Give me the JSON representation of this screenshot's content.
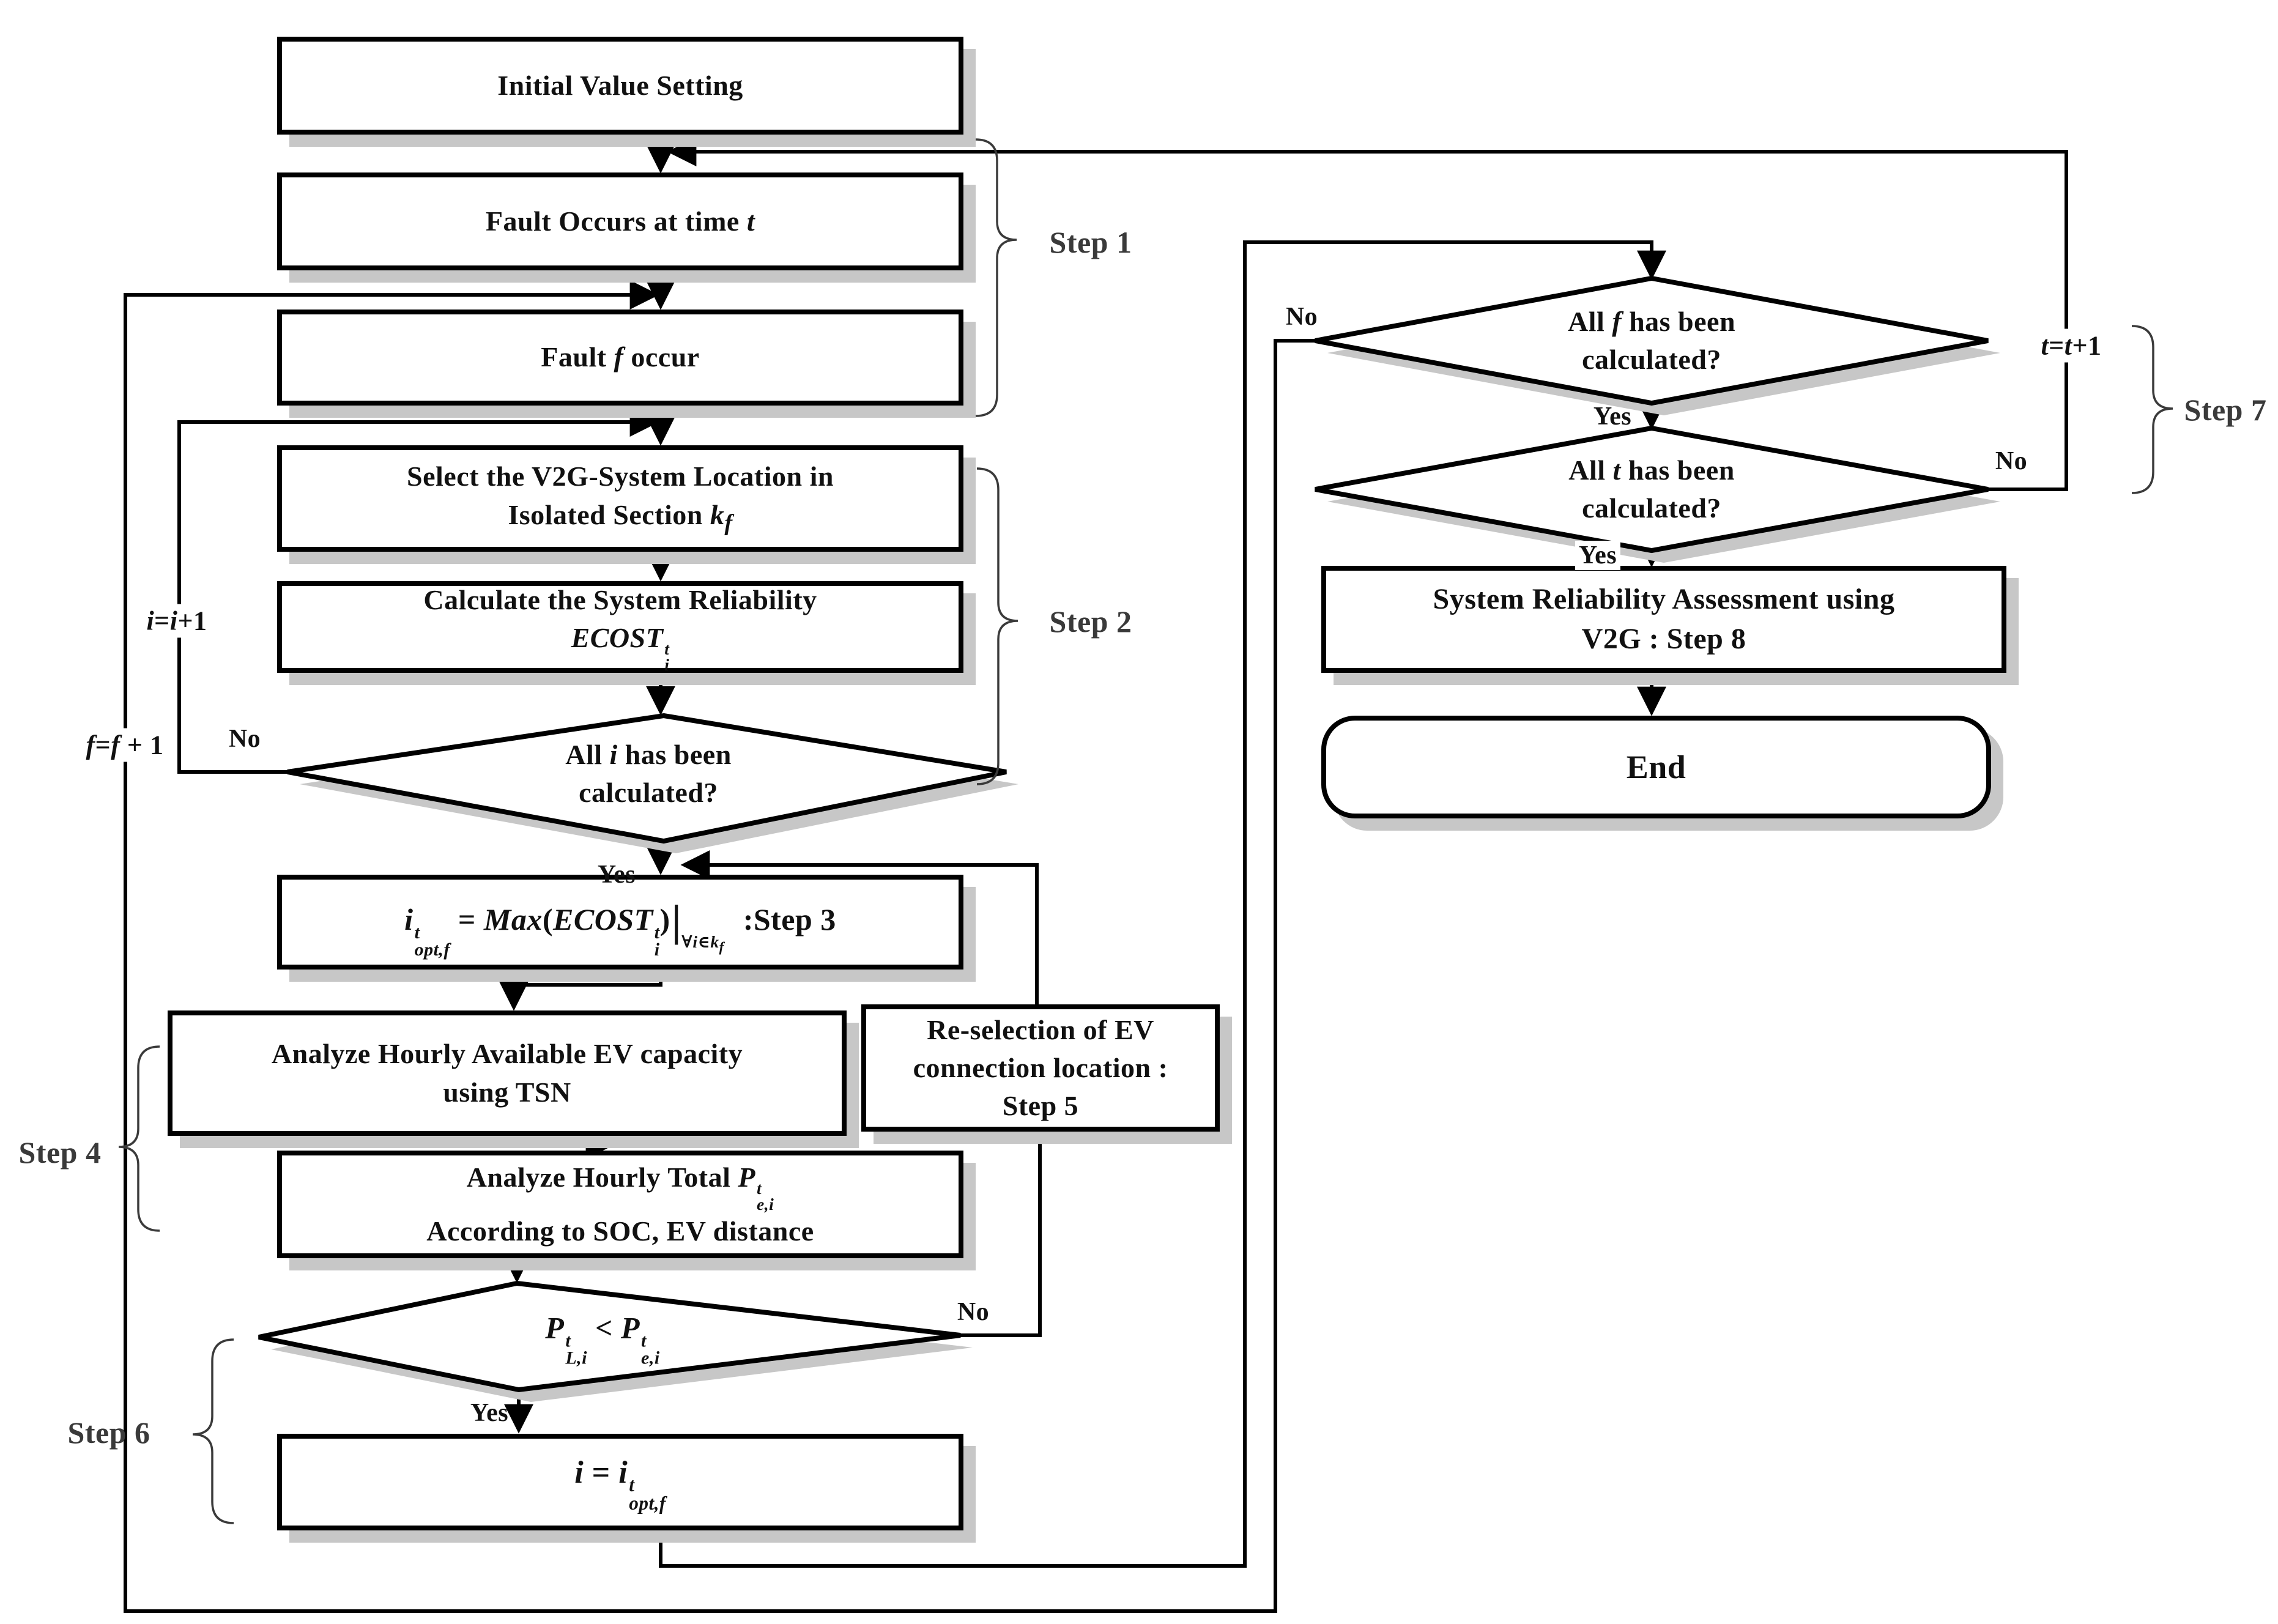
{
  "colors": {
    "line": "#000000",
    "shadow": "#c7c7c7",
    "text": "#111111",
    "bracket": "#3a3a3a"
  },
  "nodes": {
    "initial": "Initial Value Setting",
    "fault_time": "Fault Occurs at time <i>t</i>",
    "fault_f": "Fault <i>f</i> occur",
    "select_v2g": "Select the V2G-System Location in<br>Isolated Section <i>k<sub>f</sub></i>",
    "calc_reliability": "Calculate the System Reliability<br><i>ECOST</i><span class='ss'><span><i>t</i></span><span><i>i</i></span></span>",
    "all_i": "All <i>i</i> has been<br>calculated?",
    "step3_formula": "<i>i</i><span class='ss'><span><i>t</i></span><span><i>opt,f</i></span></span> = <i>Max</i>(<i>ECOST</i><span class='ss'><span><i>t</i></span><span><i>i</i></span></span>)<span class='vbar'>|</span><span class='cond'>∀<i>i</i>∈<i>k<sub>f</sub></i></span> :Step 3",
    "analyze_ev": "Analyze Hourly Available EV capacity<br>using TSN",
    "reselection": "Re-selection of EV<br>connection location :<br>Step 5",
    "analyze_total": "Analyze Hourly Total <i>P</i><span class='ss'><span><i>t</i></span><span><i>e,i</i></span></span><br>According to SOC, EV distance",
    "p_compare": "<i>P</i><span class='ss'><span><i>t</i></span><span><i>L,i</i></span></span> &lt; <i>P</i><span class='ss'><span><i>t</i></span><span><i>e,i</i></span></span>",
    "i_assign": "<i>i</i> = <i>i</i><span class='ss'><span><i>t</i></span><span><i>opt,f</i></span></span>",
    "all_f": "All <i>f</i> has been<br>calculated?",
    "all_t": "All <i>t</i> has been<br>calculated?",
    "assessment": "System Reliability Assessment using<br>V2G : Step 8",
    "end": "End"
  },
  "steps": {
    "step1": "Step 1",
    "step2": "Step 2",
    "step4": "Step 4",
    "step6": "Step  6",
    "step7": "Step 7"
  },
  "branch": {
    "yes": "Yes",
    "no": "No"
  },
  "loops": {
    "i": "<i>i</i>=<i>i</i>+1",
    "f": "<i>f</i>=<i>f</i> + 1",
    "t": "<i>t</i>=<i>t</i>+1"
  }
}
